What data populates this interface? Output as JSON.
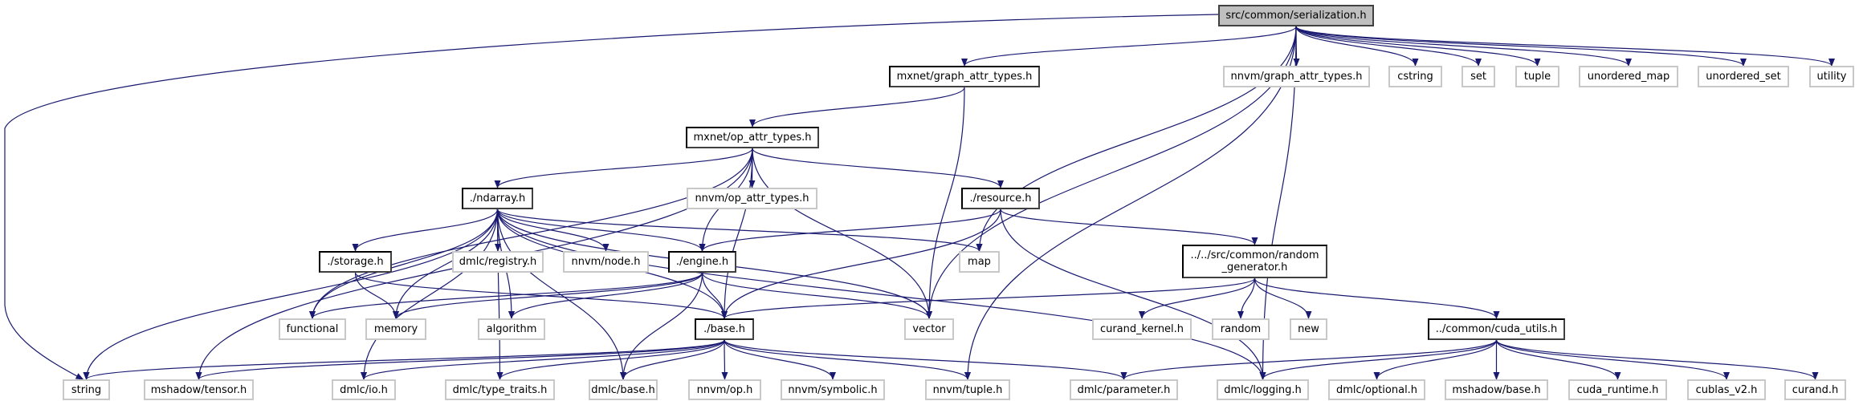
{
  "graph": {
    "colors": {
      "edge": "#191970",
      "current_fill": "#bfbfbf",
      "documented_border": "#000000",
      "external_border": "#c8c8c8"
    },
    "nodes": [
      {
        "id": "serialization",
        "label": "src/common/serialization.h",
        "kind": "current"
      },
      {
        "id": "mx_graph_attr",
        "label": "mxnet/graph_attr_types.h",
        "kind": "documented"
      },
      {
        "id": "nnvm_graph_attr",
        "label": "nnvm/graph_attr_types.h",
        "kind": "external"
      },
      {
        "id": "cstring",
        "label": "cstring",
        "kind": "external"
      },
      {
        "id": "set",
        "label": "set",
        "kind": "external"
      },
      {
        "id": "tuple",
        "label": "tuple",
        "kind": "external"
      },
      {
        "id": "unordered_map",
        "label": "unordered_map",
        "kind": "external"
      },
      {
        "id": "unordered_set",
        "label": "unordered_set",
        "kind": "external"
      },
      {
        "id": "utility",
        "label": "utility",
        "kind": "external"
      },
      {
        "id": "op_attr",
        "label": "mxnet/op_attr_types.h",
        "kind": "documented"
      },
      {
        "id": "ndarray",
        "label": "./ndarray.h",
        "kind": "documented"
      },
      {
        "id": "nnvm_op_attr",
        "label": "nnvm/op_attr_types.h",
        "kind": "external"
      },
      {
        "id": "resource",
        "label": "./resource.h",
        "kind": "documented"
      },
      {
        "id": "storage",
        "label": "./storage.h",
        "kind": "documented"
      },
      {
        "id": "registry",
        "label": "dmlc/registry.h",
        "kind": "external"
      },
      {
        "id": "nnvm_node",
        "label": "nnvm/node.h",
        "kind": "external"
      },
      {
        "id": "engine",
        "label": "./engine.h",
        "kind": "documented"
      },
      {
        "id": "map",
        "label": "map",
        "kind": "external"
      },
      {
        "id": "random_gen",
        "label": "../../src/common/random\n_generator.h",
        "kind": "documented"
      },
      {
        "id": "functional",
        "label": "functional",
        "kind": "external"
      },
      {
        "id": "memory",
        "label": "memory",
        "kind": "external"
      },
      {
        "id": "algorithm",
        "label": "algorithm",
        "kind": "external"
      },
      {
        "id": "base",
        "label": "./base.h",
        "kind": "documented"
      },
      {
        "id": "vector",
        "label": "vector",
        "kind": "external"
      },
      {
        "id": "curand_kernel",
        "label": "curand_kernel.h",
        "kind": "external"
      },
      {
        "id": "random",
        "label": "random",
        "kind": "external"
      },
      {
        "id": "new",
        "label": "new",
        "kind": "external"
      },
      {
        "id": "cuda_utils",
        "label": "../common/cuda_utils.h",
        "kind": "documented"
      },
      {
        "id": "string",
        "label": "string",
        "kind": "external"
      },
      {
        "id": "mshadow_tensor",
        "label": "mshadow/tensor.h",
        "kind": "external"
      },
      {
        "id": "dmlc_io",
        "label": "dmlc/io.h",
        "kind": "external"
      },
      {
        "id": "dmlc_type_traits",
        "label": "dmlc/type_traits.h",
        "kind": "external"
      },
      {
        "id": "dmlc_base",
        "label": "dmlc/base.h",
        "kind": "external"
      },
      {
        "id": "nnvm_op",
        "label": "nnvm/op.h",
        "kind": "external"
      },
      {
        "id": "nnvm_symbolic",
        "label": "nnvm/symbolic.h",
        "kind": "external"
      },
      {
        "id": "nnvm_tuple",
        "label": "nnvm/tuple.h",
        "kind": "external"
      },
      {
        "id": "dmlc_parameter",
        "label": "dmlc/parameter.h",
        "kind": "external"
      },
      {
        "id": "dmlc_logging",
        "label": "dmlc/logging.h",
        "kind": "external"
      },
      {
        "id": "dmlc_optional",
        "label": "dmlc/optional.h",
        "kind": "external"
      },
      {
        "id": "mshadow_base",
        "label": "mshadow/base.h",
        "kind": "external"
      },
      {
        "id": "cuda_runtime",
        "label": "cuda_runtime.h",
        "kind": "external"
      },
      {
        "id": "cublas_v2",
        "label": "cublas_v2.h",
        "kind": "external"
      },
      {
        "id": "curand",
        "label": "curand.h",
        "kind": "external"
      }
    ],
    "edges": [
      [
        "serialization",
        "string"
      ],
      [
        "serialization",
        "mx_graph_attr"
      ],
      [
        "serialization",
        "nnvm_graph_attr"
      ],
      [
        "serialization",
        "cstring"
      ],
      [
        "serialization",
        "set"
      ],
      [
        "serialization",
        "tuple"
      ],
      [
        "serialization",
        "unordered_map"
      ],
      [
        "serialization",
        "unordered_set"
      ],
      [
        "serialization",
        "utility"
      ],
      [
        "serialization",
        "map"
      ],
      [
        "serialization",
        "vector"
      ],
      [
        "serialization",
        "nnvm_tuple"
      ],
      [
        "serialization",
        "dmlc_logging"
      ],
      [
        "mx_graph_attr",
        "op_attr"
      ],
      [
        "mx_graph_attr",
        "vector"
      ],
      [
        "op_attr",
        "ndarray"
      ],
      [
        "op_attr",
        "nnvm_op_attr"
      ],
      [
        "op_attr",
        "resource"
      ],
      [
        "op_attr",
        "engine"
      ],
      [
        "op_attr",
        "base"
      ],
      [
        "op_attr",
        "vector"
      ],
      [
        "op_attr",
        "functional"
      ],
      [
        "op_attr",
        "mshadow_tensor"
      ],
      [
        "ndarray",
        "storage"
      ],
      [
        "ndarray",
        "registry"
      ],
      [
        "ndarray",
        "nnvm_node"
      ],
      [
        "ndarray",
        "engine"
      ],
      [
        "ndarray",
        "base"
      ],
      [
        "ndarray",
        "map"
      ],
      [
        "ndarray",
        "vector"
      ],
      [
        "ndarray",
        "memory"
      ],
      [
        "ndarray",
        "algorithm"
      ],
      [
        "ndarray",
        "string"
      ],
      [
        "ndarray",
        "dmlc_io"
      ],
      [
        "ndarray",
        "dmlc_type_traits"
      ],
      [
        "ndarray",
        "dmlc_base"
      ],
      [
        "ndarray",
        "dmlc_logging"
      ],
      [
        "ndarray",
        "functional"
      ],
      [
        "storage",
        "memory"
      ],
      [
        "storage",
        "base"
      ],
      [
        "resource",
        "engine"
      ],
      [
        "resource",
        "base"
      ],
      [
        "resource",
        "random_gen"
      ],
      [
        "resource",
        "dmlc_logging"
      ],
      [
        "engine",
        "functional"
      ],
      [
        "engine",
        "memory"
      ],
      [
        "engine",
        "algorithm"
      ],
      [
        "engine",
        "base"
      ],
      [
        "engine",
        "vector"
      ],
      [
        "engine",
        "dmlc_base"
      ],
      [
        "random_gen",
        "base"
      ],
      [
        "random_gen",
        "curand_kernel"
      ],
      [
        "random_gen",
        "random"
      ],
      [
        "random_gen",
        "new"
      ],
      [
        "random_gen",
        "cuda_utils"
      ],
      [
        "base",
        "string"
      ],
      [
        "base",
        "mshadow_tensor"
      ],
      [
        "base",
        "dmlc_io"
      ],
      [
        "base",
        "dmlc_type_traits"
      ],
      [
        "base",
        "dmlc_base"
      ],
      [
        "base",
        "nnvm_op"
      ],
      [
        "base",
        "nnvm_symbolic"
      ],
      [
        "base",
        "nnvm_tuple"
      ],
      [
        "base",
        "dmlc_parameter"
      ],
      [
        "cuda_utils",
        "dmlc_parameter"
      ],
      [
        "cuda_utils",
        "dmlc_logging"
      ],
      [
        "cuda_utils",
        "dmlc_optional"
      ],
      [
        "cuda_utils",
        "mshadow_base"
      ],
      [
        "cuda_utils",
        "cuda_runtime"
      ],
      [
        "cuda_utils",
        "cublas_v2"
      ],
      [
        "cuda_utils",
        "curand"
      ]
    ]
  }
}
